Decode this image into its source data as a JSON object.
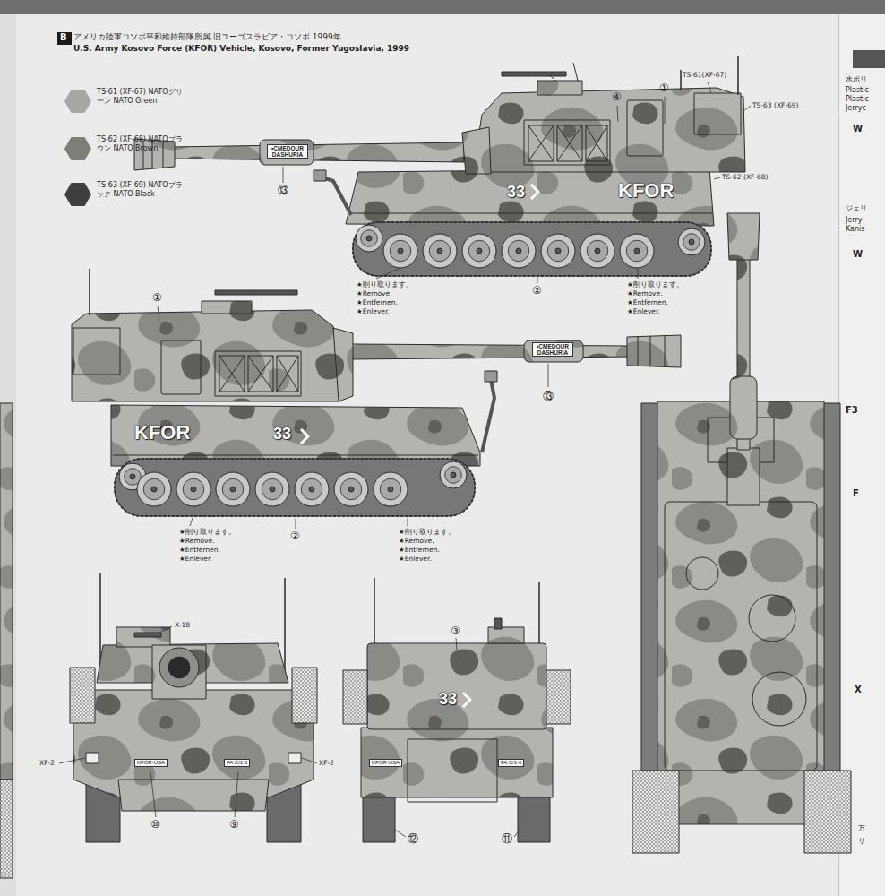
{
  "diagram": {
    "title": "アメリカ陸軍コソボ平和維持部隊所属 旧ユーゴスラビア・コソボ 1999年",
    "nodes": [
      {
        "text": [
          "B"
        ]
      }
    ],
    "labels": [
      "U.S. Army Kosovo Force (KFOR) Vehicle, Kosovo, Former Yugoslavia, 1999",
      "④",
      "①",
      "TS-61(XF-67)",
      "TS-63 (XF-69)",
      "TS-62 (XF-68)",
      "•CMEDOUR DASHURIA",
      "33",
      "KFOR",
      "⑬",
      "②",
      "★削り取ります。",
      "★Remove.",
      "★Entfernen.",
      "★Enlever.",
      "★削り取ります。",
      "★Remove.",
      "★Entfernen.",
      "★Enlever.",
      "①",
      "•CMEDOUR DASHURIA",
      "KFOR",
      "33",
      "⑬",
      "②",
      "★削り取ります。",
      "★Remove.",
      "★Entfernen.",
      "★Enlever.",
      "★削り取ります。",
      "★Remove.",
      "★Entfernen.",
      "★Enlever.",
      "X-18",
      "XF-2",
      "XF-2",
      "KFOR-USA",
      "FA C/1-6",
      "⑩",
      "⑨",
      "③",
      "33",
      "KFOR-USA",
      "FA C/1-6",
      "⑫",
      "⑪",
      "水ポリ",
      "Plastic",
      "Plastic",
      "Jerryc",
      "W",
      "ジェリ",
      "Jerry",
      "Kanis",
      "W",
      "F3",
      "F",
      "X",
      "万",
      "サ"
    ],
    "legend": [
      {
        "text": "TS-61 (XF-67) NATOグリーン NATO Green",
        "color": "#a6a6a3"
      },
      {
        "text": "TS-62 (XF-68) NATOブラウン NATO Brown",
        "color": "#7d7d7a"
      },
      {
        "text": "TS-63 (XF-69) NATOブラック NATO Black",
        "color": "#3f3f3d"
      }
    ]
  }
}
